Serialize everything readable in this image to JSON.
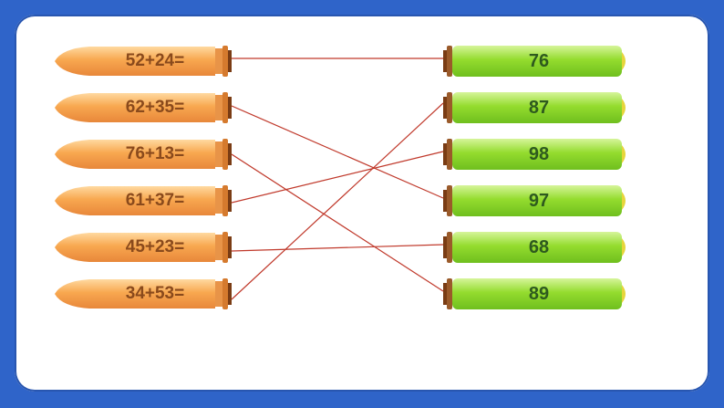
{
  "expressions": [
    {
      "label": "52+24="
    },
    {
      "label": "62+35="
    },
    {
      "label": "76+13="
    },
    {
      "label": "61+37="
    },
    {
      "label": "45+23="
    },
    {
      "label": "34+53="
    }
  ],
  "answers": [
    {
      "label": "76"
    },
    {
      "label": "87"
    },
    {
      "label": "98"
    },
    {
      "label": "97"
    },
    {
      "label": "68"
    },
    {
      "label": "89"
    }
  ],
  "connections": [
    [
      0,
      0
    ],
    [
      1,
      3
    ],
    [
      2,
      5
    ],
    [
      3,
      2
    ],
    [
      4,
      4
    ],
    [
      5,
      1
    ]
  ],
  "colors": {
    "background": "#2f64c9",
    "pencil_body": "#f6a24c",
    "pencil_text": "#8a4a1c",
    "battery_body": "#8fdc2a",
    "battery_text": "#2e5a1e",
    "battery_cap": "#e6d53a",
    "line": "#c0392b"
  }
}
